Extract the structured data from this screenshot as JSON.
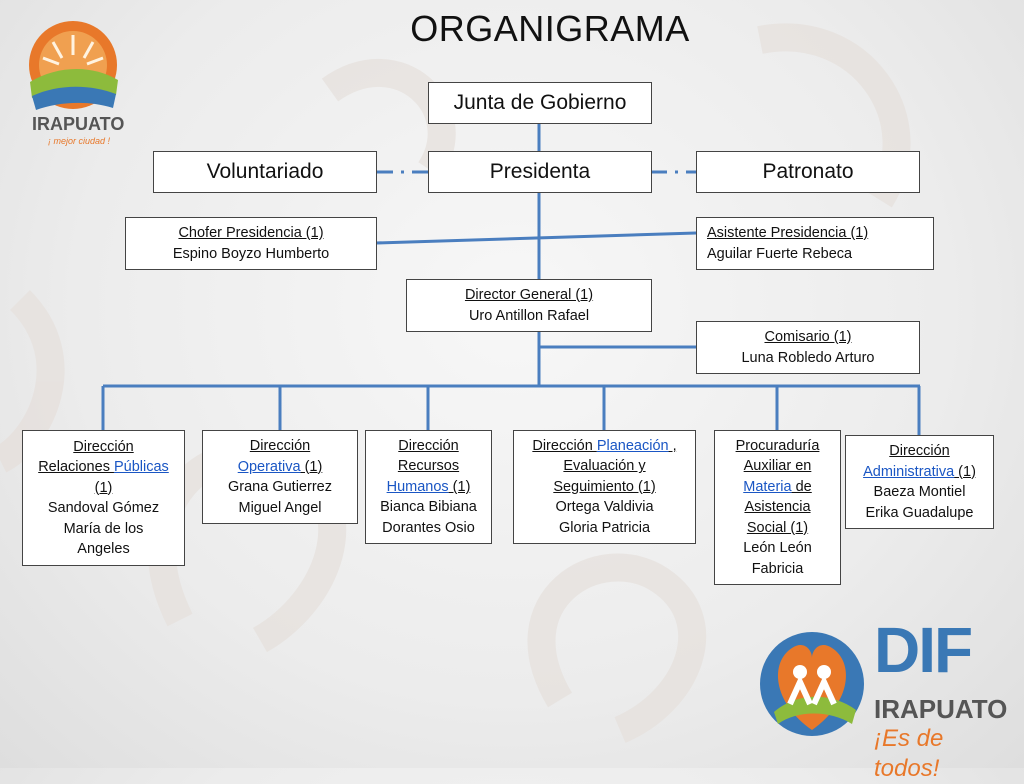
{
  "title": "ORGANIGRAMA",
  "logos": {
    "irapuato": {
      "name": "IRAPUATO",
      "tagline": "¡ mejor ciudad !"
    },
    "dif": {
      "name": "DIF",
      "city": "IRAPUATO",
      "tagline": "¡Es de todos!"
    }
  },
  "org": {
    "junta": "Junta de Gobierno",
    "voluntariado": "Voluntariado",
    "presidenta": "Presidenta",
    "patronato": "Patronato",
    "chofer": {
      "role": "Chofer Presidencia (1)",
      "name": "Espino Boyzo Humberto"
    },
    "asistente": {
      "role": "Asistente Presidencia (1)",
      "name": "Aguilar Fuerte Rebeca"
    },
    "director_general": {
      "role": "Director General (1)",
      "name": "Uro Antillon Rafael"
    },
    "comisario": {
      "role": "Comisario (1)",
      "name": "Luna Robledo Arturo"
    },
    "relaciones": {
      "a": "Dirección",
      "b": "Relaciones ",
      "c": "Públicas",
      "d": "(1)",
      "e": "Sandoval Gómez",
      "f": "María de los",
      "g": "Angeles"
    },
    "operativa": {
      "a": "Dirección",
      "b": "Operativa",
      "c": " (1)",
      "d": "Grana Gutierrez",
      "e": "Miguel Angel"
    },
    "rrhh": {
      "a": "Dirección",
      "b": "Recursos",
      "c": "Humanos",
      "d": " (1)",
      "e": "Bianca Bibiana",
      "f": "Dorantes Osio"
    },
    "planeacion": {
      "a": "Dirección ",
      "b": "Planeación",
      "c": " ,",
      "d": "Evaluación y",
      "e": "Seguimiento (1)",
      "f": "Ortega Valdivia",
      "g": "Gloria Patricia"
    },
    "procuraduria": {
      "a": "Procuraduría",
      "b": "Auxiliar en",
      "c": "Materia",
      "d": " de",
      "e": "Asistencia",
      "f": "Social (1)",
      "g": "León León",
      "h": "Fabricia"
    },
    "administrativa": {
      "a": "Dirección",
      "b": "Administrativa",
      "c": " (1)",
      "d": "Baeza Montiel",
      "e": "Erika Guadalupe"
    }
  },
  "colors": {
    "connector": "#4a7ebf",
    "box_border": "#444444",
    "link": "#1a56c4",
    "logo_orange": "#e8782a",
    "logo_blue": "#3a78b5"
  }
}
